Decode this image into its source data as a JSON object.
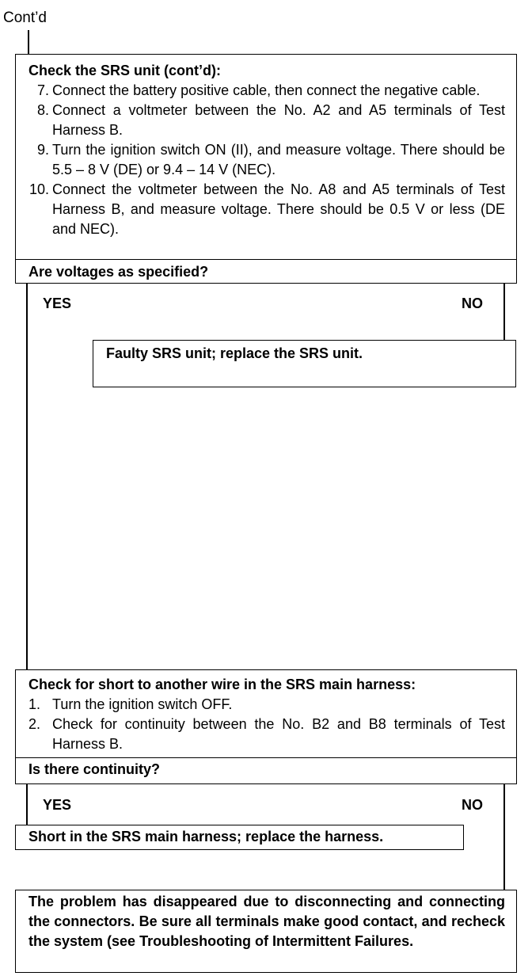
{
  "header": {
    "contd": "Cont’d"
  },
  "box1": {
    "title": "Check the SRS unit (cont’d):",
    "steps": [
      {
        "n": "7.",
        "text": "Connect the battery positive cable, then connect the negative cable."
      },
      {
        "n": "8.",
        "text": "Connect a voltmeter between the No. A2 and A5 terminals of Test Harness B."
      },
      {
        "n": "9.",
        "text": "Turn the ignition switch ON (II), and measure voltage. There should be 5.5 – 8 V (DE) or 9.4 – 14 V (NEC)."
      },
      {
        "n": "10.",
        "text": "Connect the voltmeter between the No. A8 and A5 terminals of Test Harness B, and measure voltage. There should be 0.5 V or less (DE and NEC)."
      }
    ],
    "question": "Are voltages as specified?"
  },
  "branch1": {
    "yes": "YES",
    "no": "NO"
  },
  "box_faulty": {
    "text": "Faulty SRS unit; replace the SRS unit."
  },
  "box2": {
    "title": "Check for short to another wire in the SRS main harness:",
    "steps": [
      {
        "n": "1.",
        "text": "Turn the ignition switch OFF."
      },
      {
        "n": "2.",
        "text": "Check for continuity between the No. B2 and B8 terminals of Test Harness B."
      }
    ],
    "question": "Is there continuity?"
  },
  "branch2": {
    "yes": "YES",
    "no": "NO"
  },
  "box_short": {
    "text": "Short in the SRS main harness; replace the harness."
  },
  "box_final": {
    "text": "The problem has disappeared due to disconnecting and connecting the connectors. Be sure all terminals make good contact, and recheck the system (see Troubleshooting of Intermittent Failures."
  }
}
